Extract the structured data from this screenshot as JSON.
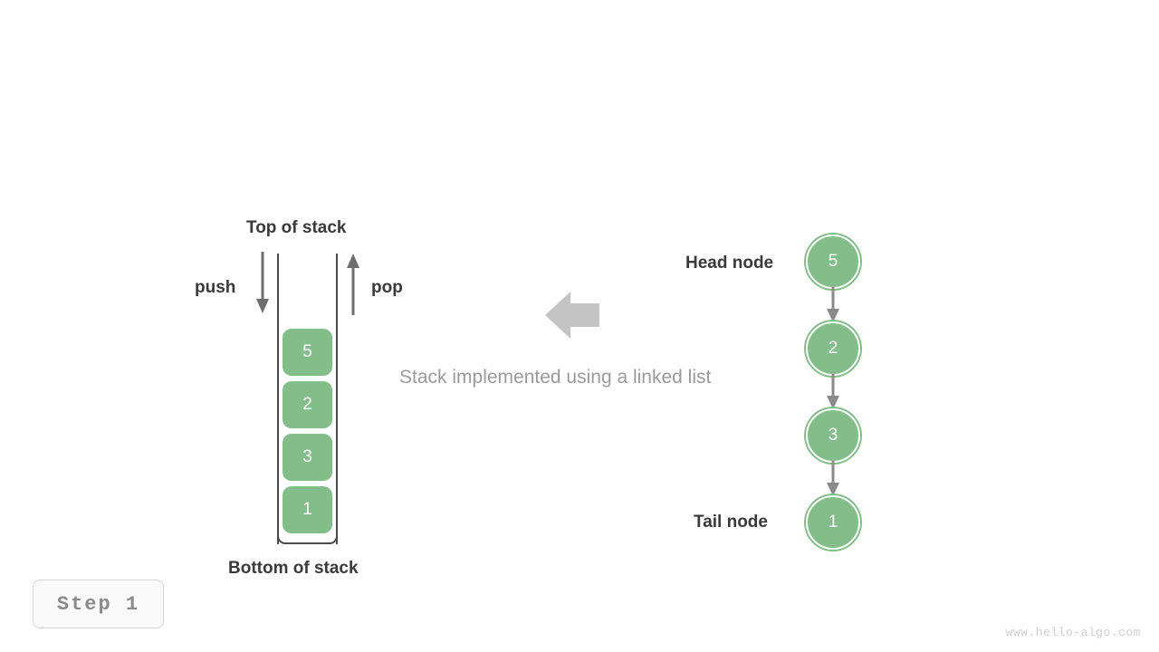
{
  "diagram": {
    "caption": "Stack implemented using a linked list",
    "transform_arrow_direction": "left",
    "colors": {
      "node_green": "#82bd8a",
      "cell_text": "#ffffff",
      "label_dark": "#3a3a3a",
      "label_muted": "#9a9a9a",
      "arrow_gray": "#6e6e6e",
      "big_arrow_gray": "#c4c4c4",
      "container_stroke": "#4a4a4a"
    }
  },
  "stack": {
    "top_label": "Top of stack",
    "bottom_label": "Bottom of stack",
    "push_label": "push",
    "pop_label": "pop",
    "cells": [
      {
        "value": "5"
      },
      {
        "value": "2"
      },
      {
        "value": "3"
      },
      {
        "value": "1"
      }
    ]
  },
  "linked_list": {
    "head_label": "Head node",
    "tail_label": "Tail node",
    "nodes": [
      {
        "value": "5"
      },
      {
        "value": "2"
      },
      {
        "value": "3"
      },
      {
        "value": "1"
      }
    ]
  },
  "footer": {
    "step_label": "Step 1",
    "watermark": "www.hello-algo.com"
  }
}
